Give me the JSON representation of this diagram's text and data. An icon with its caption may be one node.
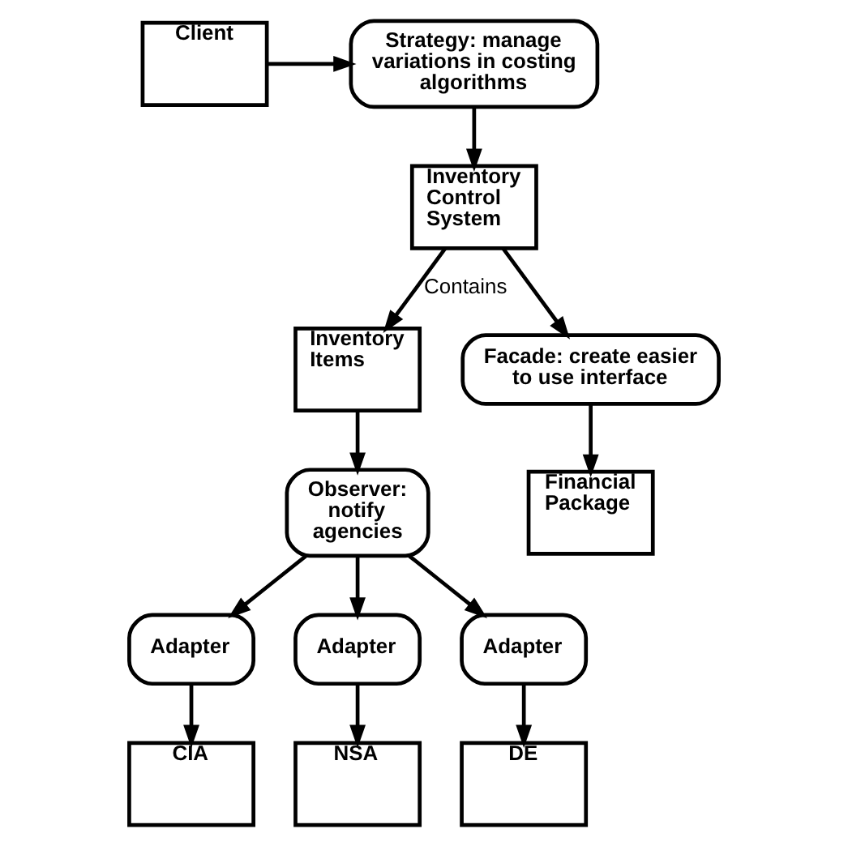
{
  "diagram": {
    "nodes": [
      {
        "text": [
          "Client"
        ]
      },
      {
        "text": [
          "Strategy: manage variations in costing algorithms"
        ]
      },
      {
        "text": [
          "Inventory Control System"
        ]
      },
      {
        "text": [
          "Inventory Items"
        ]
      },
      {
        "text": [
          "Observer: notify agencies"
        ]
      },
      {
        "text": [
          "Facade: create easier to use interface"
        ]
      },
      {
        "text": [
          "Financial Package"
        ]
      },
      {
        "text": [
          "Adapter"
        ]
      },
      {
        "text": [
          "Adapter"
        ]
      },
      {
        "text": [
          "Adapter"
        ]
      },
      {
        "text": [
          "CIA"
        ]
      },
      {
        "text": [
          "NSA"
        ]
      },
      {
        "text": [
          "DE"
        ]
      }
    ],
    "edges": [
      {
        "from": 0,
        "to": 1,
        "arrow": "to"
      },
      {
        "from": 1,
        "to": 2,
        "arrow": "to"
      },
      {
        "from": 2,
        "to": 3,
        "arrow": "to",
        "label": "Contains"
      },
      {
        "from": 3,
        "to": 4,
        "arrow": "to"
      },
      {
        "from": 2,
        "to": 5,
        "arrow": "to"
      },
      {
        "from": 5,
        "to": 6,
        "arrow": "to"
      },
      {
        "from": 4,
        "to": 7,
        "arrow": "to"
      },
      {
        "from": 4,
        "to": 8,
        "arrow": "to"
      },
      {
        "from": 4,
        "to": 9,
        "arrow": "to"
      },
      {
        "from": 7,
        "to": 10,
        "arrow": "to"
      },
      {
        "from": 8,
        "to": 11,
        "arrow": "to"
      },
      {
        "from": 9,
        "to": 12,
        "arrow": "to"
      }
    ]
  }
}
